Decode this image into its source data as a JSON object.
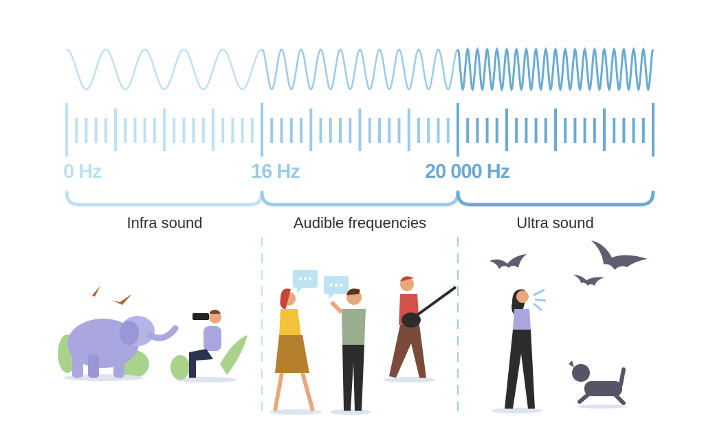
{
  "scale": {
    "markers": [
      "0 Hz",
      "16 Hz",
      "20 000 Hz"
    ],
    "ranges": [
      "Infra sound",
      "Audible frequencies",
      "Ultra sound"
    ],
    "colors": [
      "#bfe0f3",
      "#9ccbe8",
      "#6aaad3"
    ],
    "wave_cycles": [
      5,
      10,
      20
    ]
  },
  "illustrations": {
    "infra": [
      "elephant",
      "birds",
      "photographer",
      "plants"
    ],
    "audible": [
      "talking-woman",
      "talking-man",
      "speech-bubbles",
      "guitarist"
    ],
    "ultra": [
      "whistling-woman",
      "bats",
      "dog"
    ]
  }
}
